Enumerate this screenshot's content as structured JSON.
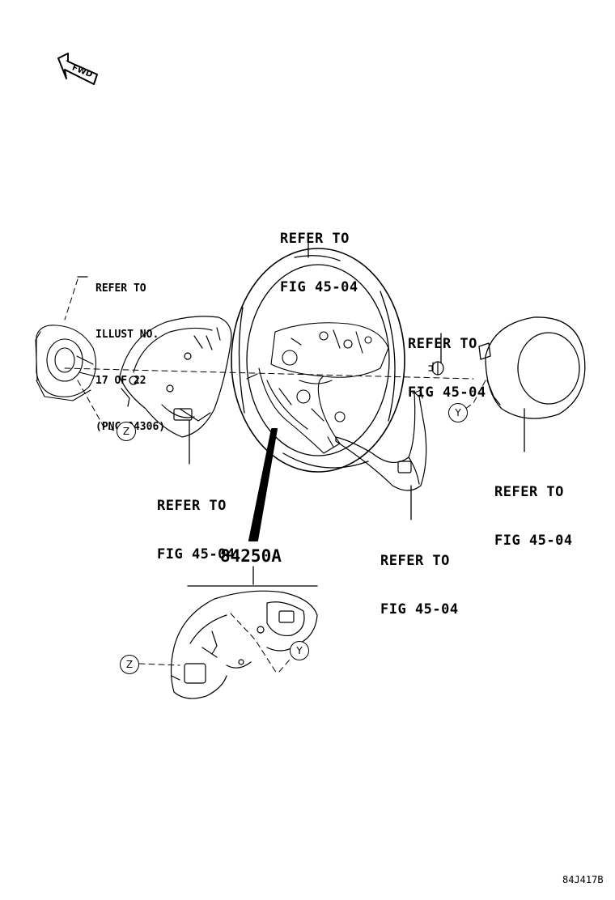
{
  "fwd_label": "FWD",
  "labels": {
    "top_center": [
      "REFER TO",
      "FIG 45-04"
    ],
    "spiral_cable": [
      "REFER TO",
      "ILLUST NO.",
      "17 OF 22",
      "(PNC 84306)"
    ],
    "right_bolt": [
      "REFER TO",
      "FIG 45-04"
    ],
    "left_cover": [
      "REFER TO",
      "FIG 45-04"
    ],
    "right_airbag": [
      "REFER TO",
      "FIG 45-04"
    ],
    "lower_cover": [
      "REFER TO",
      "FIG 45-04"
    ]
  },
  "part_number": "84250A",
  "callouts": {
    "z": "Z",
    "y": "Y"
  },
  "figure_code": "84J417B",
  "colors": {
    "ink": "#000000",
    "paper": "#ffffff"
  }
}
